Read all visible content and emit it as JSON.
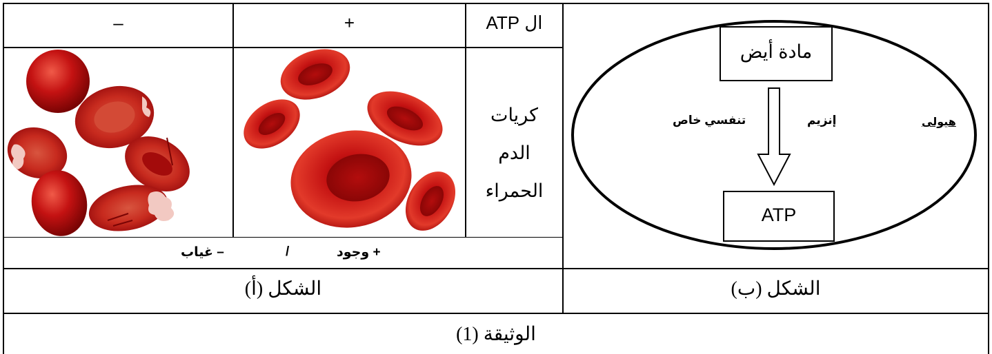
{
  "table_a": {
    "header_atp": "ال ATP",
    "header_present": "+",
    "header_absent": "–",
    "row_label_line1": "كريات",
    "row_label_line2": "الدم",
    "row_label_line3": "الحمراء",
    "legend_present": "+ وجود",
    "legend_separator": "/",
    "legend_absent": "– غياب",
    "caption": "الشكل (أ)"
  },
  "diagram_b": {
    "top_box": "مادة أيض",
    "bottom_box": "ATP",
    "label_cytoplasm": "هيولى",
    "label_enzyme": "إنزيم",
    "label_respiratory": "تنفسي خاص",
    "caption": "الشكل (ب)"
  },
  "document_title": "الوثيقة (1)",
  "colors": {
    "cell_red": "#c41212",
    "cell_dark": "#8a0606",
    "cell_light": "#e84a3a",
    "torn_edge": "#f2c9c2"
  }
}
